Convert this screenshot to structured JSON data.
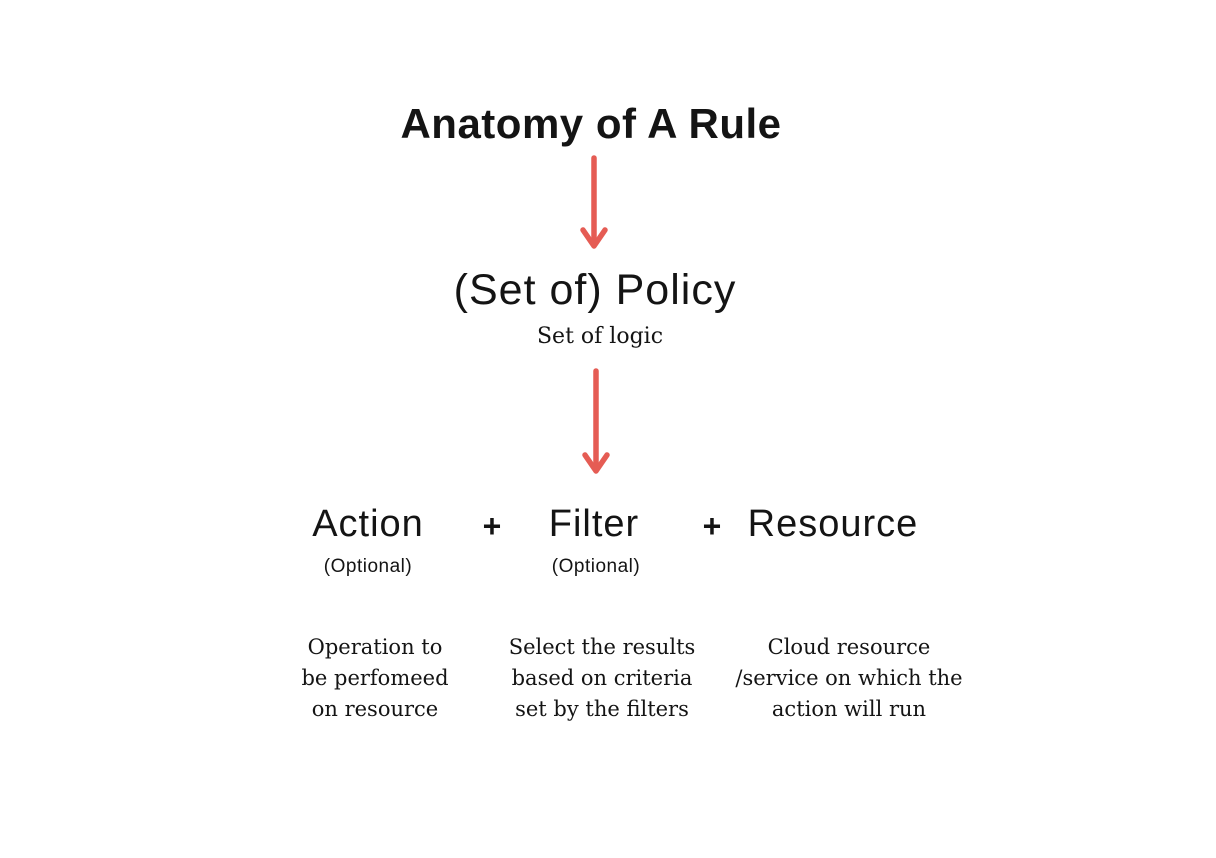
{
  "title": "Anatomy of A Rule",
  "colors": {
    "arrow": "#E55C54",
    "text": "#141414",
    "background": "#FFFFFF"
  },
  "policy": {
    "label": "(Set of) Policy",
    "sublabel": "Set of logic"
  },
  "formula": {
    "plus": "+",
    "items": [
      {
        "label": "Action",
        "optional": "(Optional)",
        "description": "Operation to\nbe perfomeed\non resource"
      },
      {
        "label": "Filter",
        "optional": "(Optional)",
        "description": "Select the results\nbased on criteria\nset by the filters"
      },
      {
        "label": "Resource",
        "description": "Cloud resource\n/service on which the\naction will run"
      }
    ]
  }
}
